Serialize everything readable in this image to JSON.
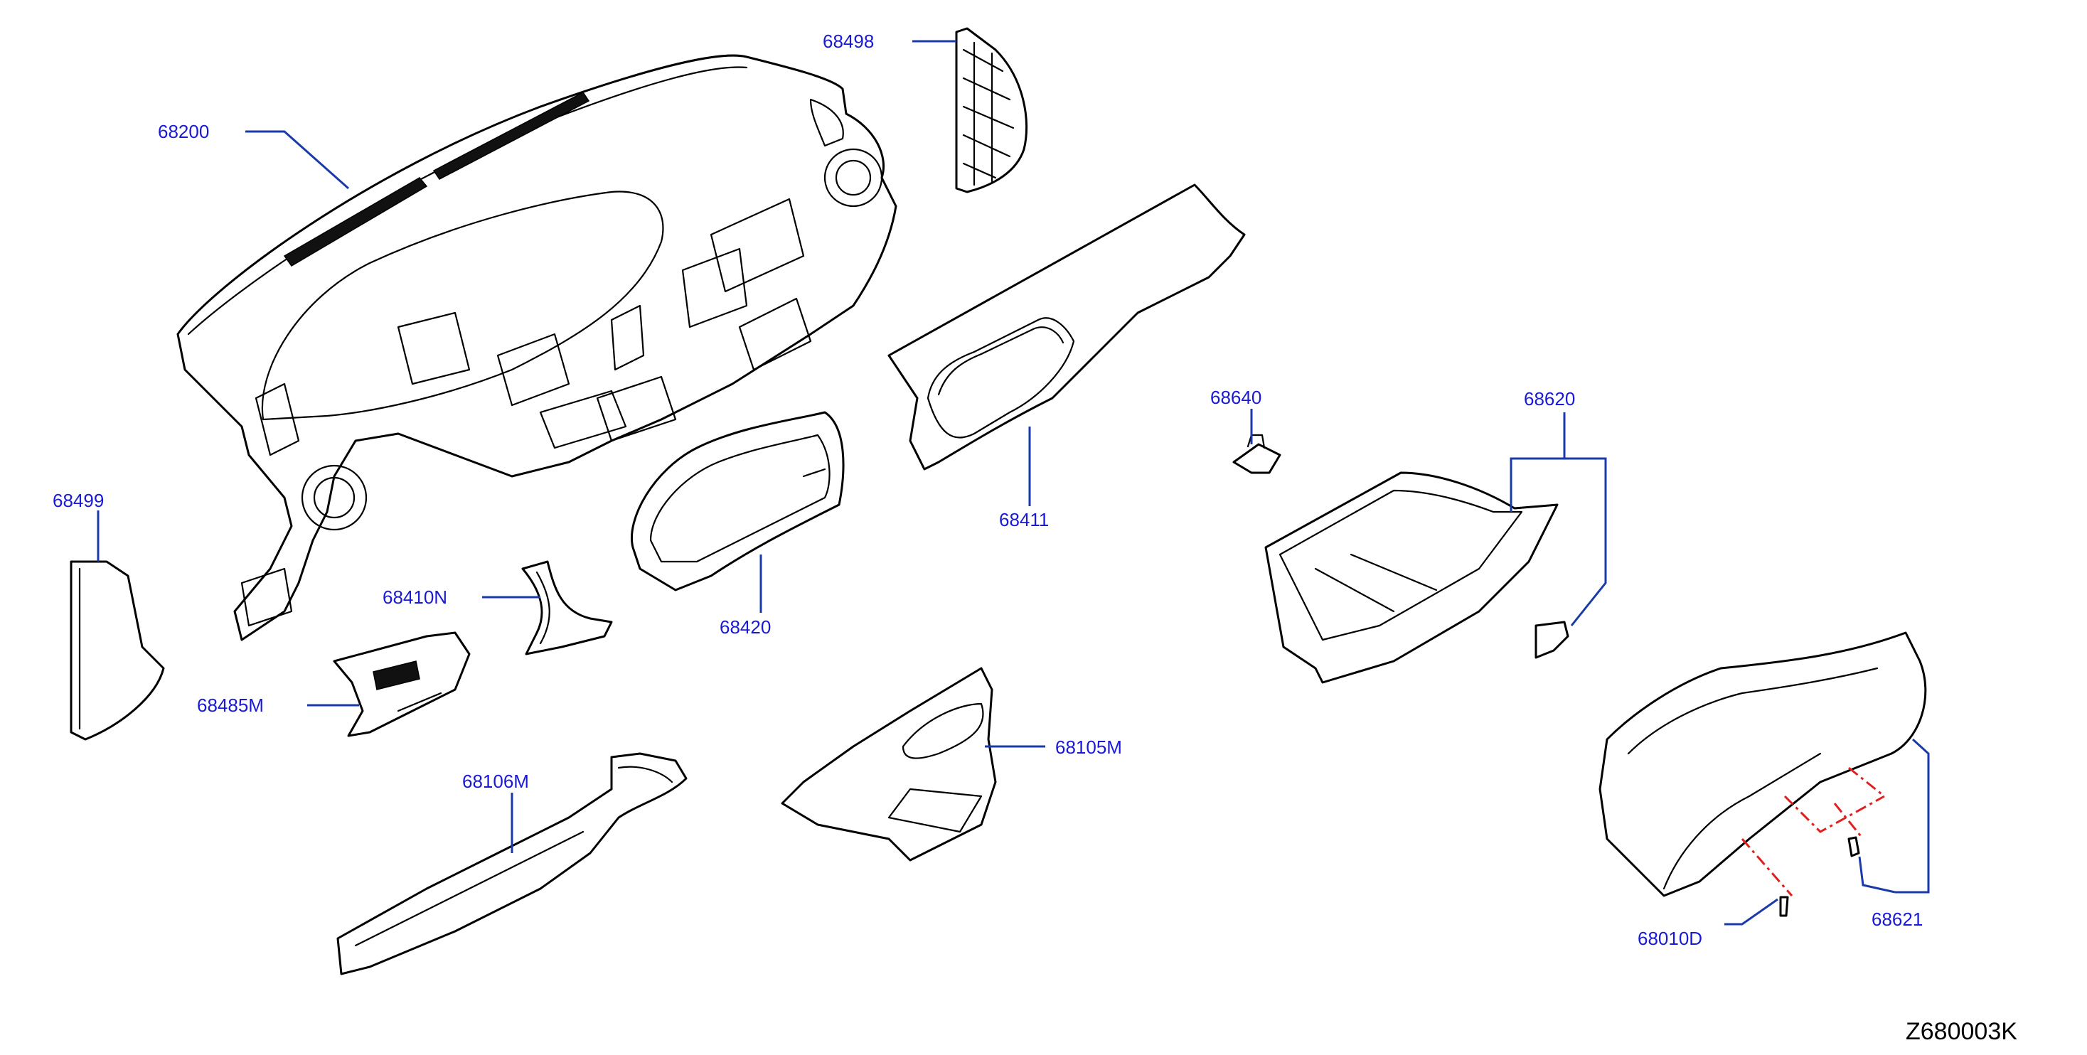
{
  "parts": [
    {
      "id": "dashboard",
      "number": "68200"
    },
    {
      "id": "right-side-panel",
      "number": "68498"
    },
    {
      "id": "left-side-panel",
      "number": "68499"
    },
    {
      "id": "upper-cluster-lid",
      "number": "68410N"
    },
    {
      "id": "cluster-lid",
      "number": "68420"
    },
    {
      "id": "right-finisher",
      "number": "68411"
    },
    {
      "id": "clip",
      "number": "68640"
    },
    {
      "id": "glove-box-lid",
      "number": "68620"
    },
    {
      "id": "switch-panel",
      "number": "68485M"
    },
    {
      "id": "lower-left-cover",
      "number": "68106M"
    },
    {
      "id": "center-cluster",
      "number": "68105M"
    },
    {
      "id": "screw",
      "number": "68010D"
    },
    {
      "id": "glove-box-assembly",
      "number": "68621"
    }
  ],
  "diagram_id": "Z680003K",
  "colors": {
    "callout": "#1a1ad6",
    "leader": "#1a3aa8",
    "line_art": "#000000",
    "dash": "#e02020"
  }
}
